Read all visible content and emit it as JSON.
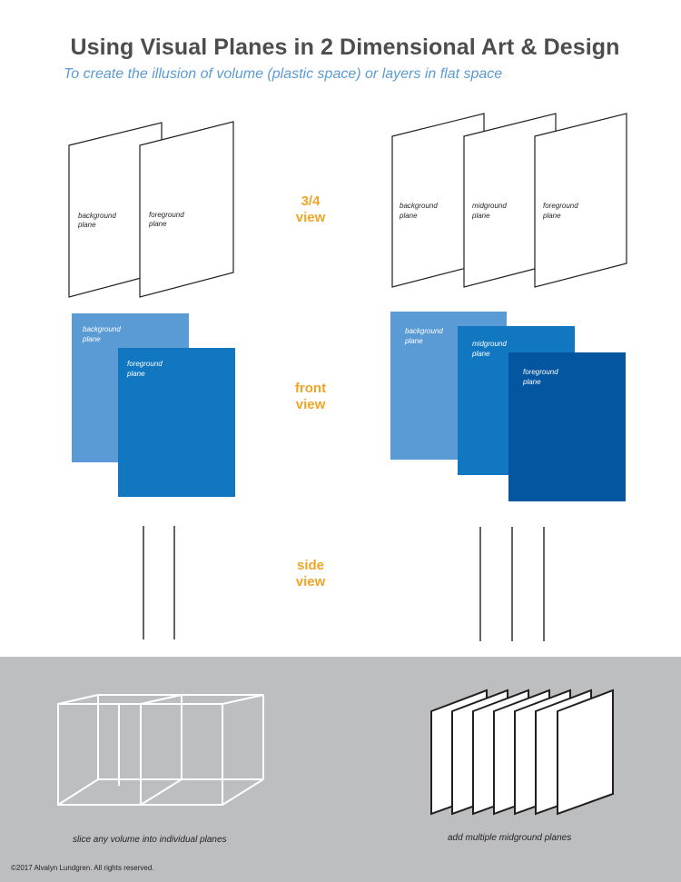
{
  "header": {
    "title": "Using Visual Planes in 2 Dimensional Art & Design",
    "subtitle": "To create the illusion of volume (plastic space) or layers in flat space"
  },
  "views": {
    "three_quarter": {
      "line1": "3/4",
      "line2": "view"
    },
    "front": {
      "line1": "front",
      "line2": "view"
    },
    "side": {
      "line1": "side",
      "line2": "view"
    }
  },
  "planes": {
    "background": {
      "line1": "background",
      "line2": "plane"
    },
    "midground": {
      "line1": "midground",
      "line2": "plane"
    },
    "foreground": {
      "line1": "foreground",
      "line2": "plane"
    }
  },
  "captions": {
    "slice": "slice any volume into individual planes",
    "multiple": "add multiple midground planes"
  },
  "copyright": "©2017 Alvalyn Lundgren. All rights reserved.",
  "colors": {
    "title": "#4d4d4f",
    "subtitle": "#5b9bd5",
    "view_label": "#f0a527",
    "plane_light_blue": "#5b9bd5",
    "plane_mid_blue": "#1177c0",
    "plane_dark_blue": "#03569f",
    "panel_gray": "#bcbec0"
  }
}
